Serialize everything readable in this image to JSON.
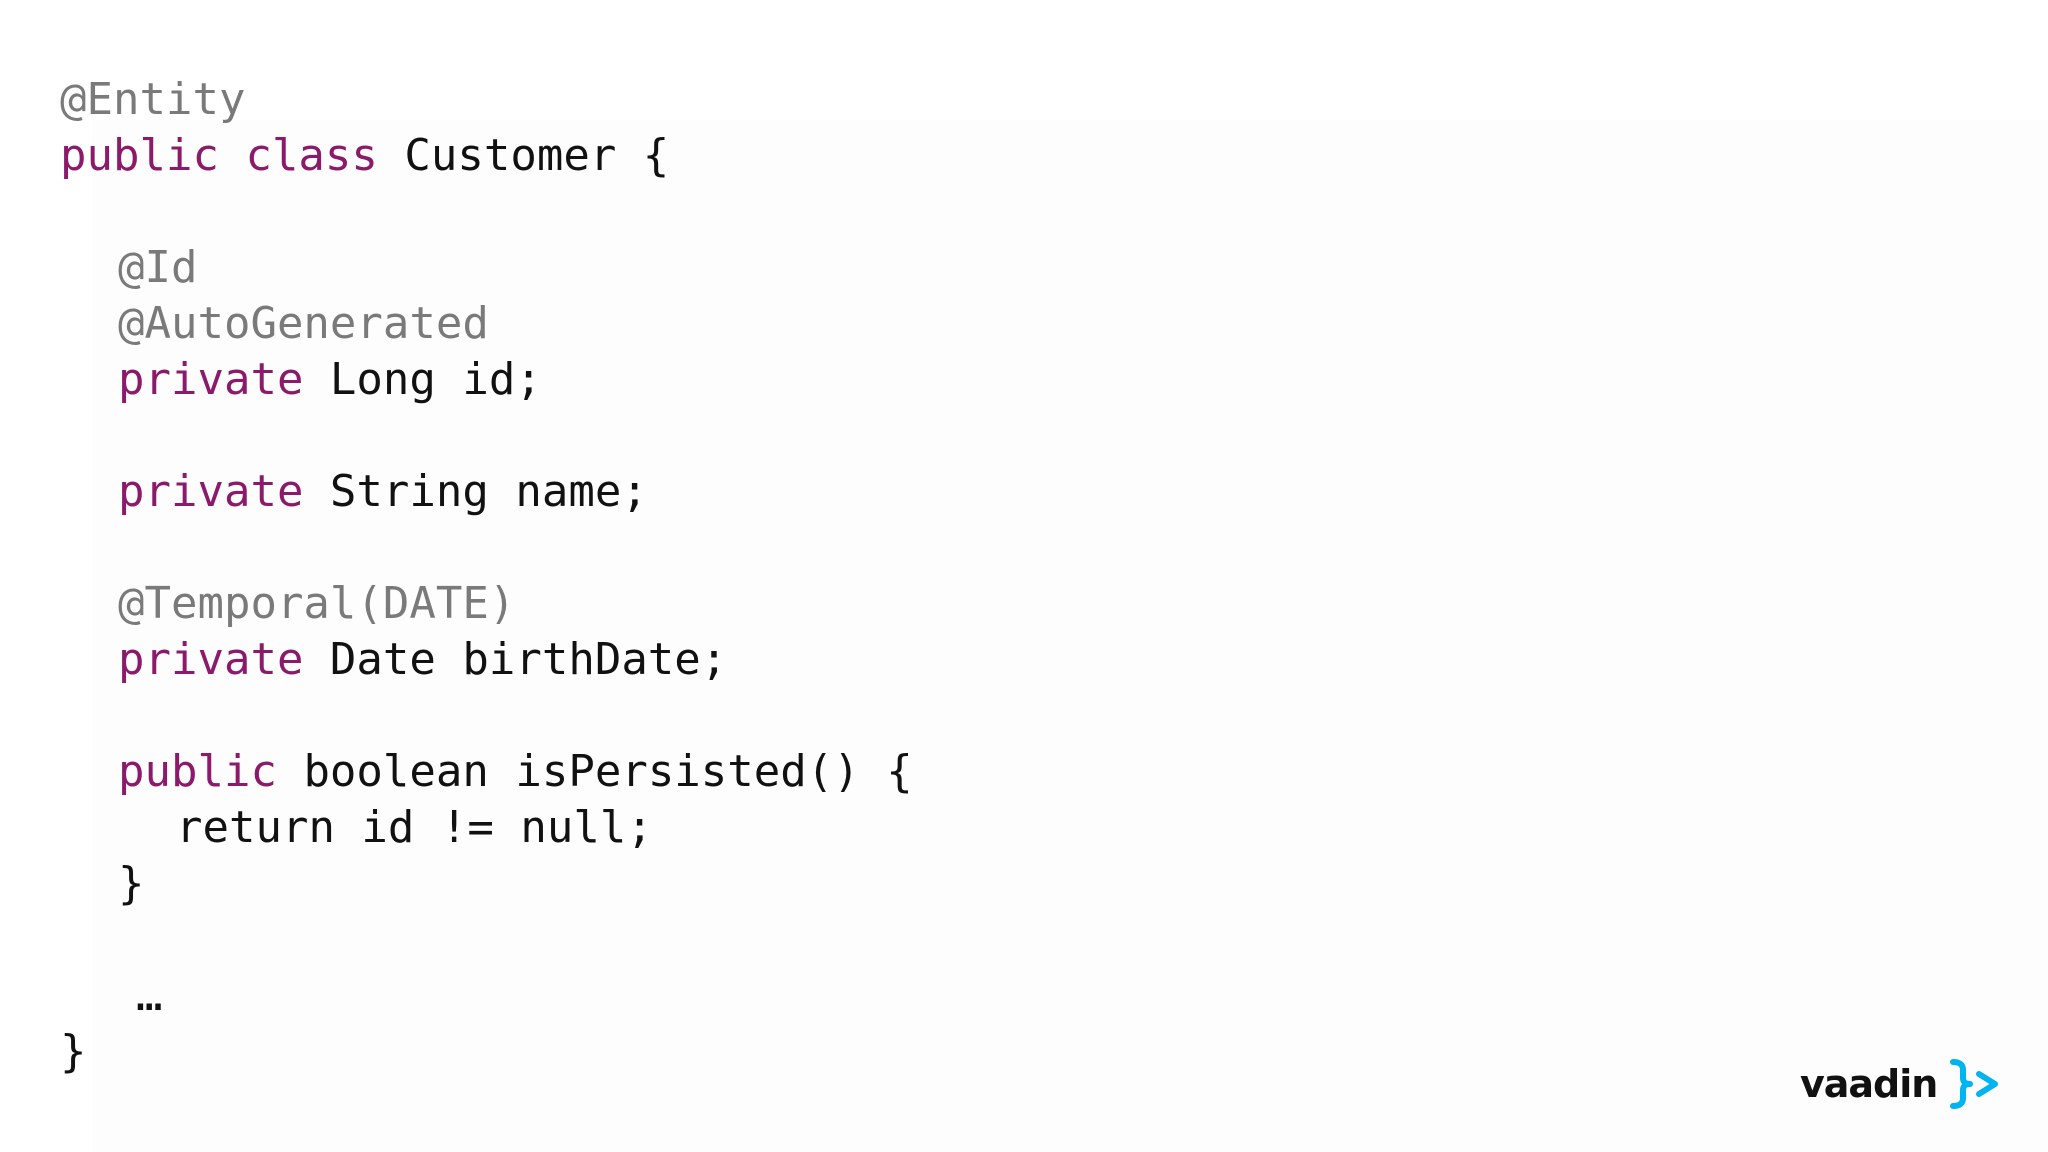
{
  "code": {
    "lines": [
      [
        {
          "t": "anno",
          "v": "@Entity"
        }
      ],
      [
        {
          "t": "kw",
          "v": "public"
        },
        {
          "t": "plain",
          "v": " "
        },
        {
          "t": "kw",
          "v": "class"
        },
        {
          "t": "plain",
          "v": " Customer {"
        }
      ],
      [],
      [
        {
          "t": "anno",
          "v": "@Id"
        }
      ],
      [
        {
          "t": "anno",
          "v": "@AutoGenerated"
        }
      ],
      [
        {
          "t": "kw",
          "v": "private"
        },
        {
          "t": "plain",
          "v": " Long id;"
        }
      ],
      [],
      [
        {
          "t": "kw",
          "v": "private"
        },
        {
          "t": "plain",
          "v": " String name;"
        }
      ],
      [],
      [
        {
          "t": "anno",
          "v": "@Temporal(DATE)"
        }
      ],
      [
        {
          "t": "kw",
          "v": "private"
        },
        {
          "t": "plain",
          "v": " Date birthDate;"
        }
      ],
      [],
      [
        {
          "t": "kw",
          "v": "public"
        },
        {
          "t": "plain",
          "v": " boolean isPersisted() {"
        }
      ],
      [
        {
          "t": "plain",
          "v": "return id != null;"
        }
      ],
      [
        {
          "t": "plain",
          "v": "}"
        }
      ],
      [],
      [
        {
          "t": "plain",
          "v": "…"
        }
      ],
      [
        {
          "t": "plain",
          "v": "}"
        }
      ]
    ],
    "indents": [
      0,
      0,
      0,
      1,
      1,
      1,
      0,
      1,
      0,
      1,
      1,
      0,
      1,
      2,
      1,
      0,
      3,
      0
    ]
  },
  "logo": {
    "wordmark": "vaadin",
    "mark_color": "#00b4f0",
    "icon": "vaadin-brackets-icon"
  },
  "colors": {
    "keyword": "#8b1a6b",
    "annotation": "#7a7a7a",
    "text": "#111111"
  }
}
